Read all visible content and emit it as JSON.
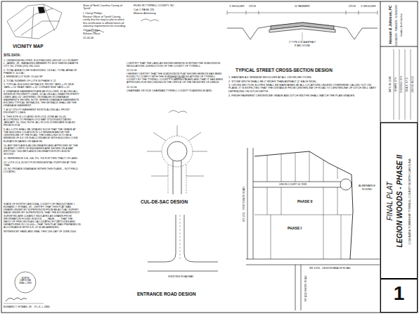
{
  "diagram": {
    "nodes": [
      {
        "text": [
          "FINAL PLAT",
          "LEGION WOODS - PHASE II",
          "COLUMBIA TOWNSHIP TYRRELL COUNTY NORTH CAROLINA"
        ]
      },
      {
        "text": [
          "1"
        ]
      }
    ],
    "labels": [
      "VICINITY MAP",
      "SITE DATA:",
      "1. OWNER/DEVELOPER: SOUTHBOUND GROUP, LLC ROBERT L. JAMES, JR., MANAGING MEMBER PO BOX 5888 ELIZABETH CITY, NC 27906 (252) 335-1501",
      "2. TOTAL AREA TO BE SUBDIVIDED: 13.8 AC. TOTAL AREA OF PHASE II: 10.5 AC.",
      "3. MINIMUM LOT SIZE: 15,000 SF",
      "4. TOTAL NUMBER OF LOTS IN PHASE II: 21",
      "5. TYPICAL BUILDING SETBACKS: FRONT YARD = 25' SIDE YARD = 10' REAR YARD = 20' CORNER SIDE YARD = 15'",
      "6. DRAINAGE EASEMENTS ARE AS FOLLOWS: 10' ALONG ALL INTERIOR PROPERTY LINES, 20' ALONG ALL REAR PROPERTY LINES, AND 20' CENTERED ON SWALES IN DRAINAGE EASEMENTS SHOWN. NOTE: WHERE DRAINAGE EASEMENTS EXCEED TYPICAL SETBACKS, THE SETBACK SHALL BE THE DRAINAGE EASEMENT.",
      "7. A 10' UTILITY EASEMENT EXISTS ALONG ALL FRONT PROPERTY LINES.",
      "8. THIS SITE IS LOCATED IN FLOOD ZONE AE (5)-(6) ACCORDING TO FEMA FLOOD MAP 3720765800J DATED JANUARY 16, 2004. NOTE: ALL FLOOD ZONES ARE SCALED FROM F.I.R.M.",
      "9. ALL LOTS SHALL BE GRADED SUCH THAT THE GRADE AT THE BUILDING LOCATION IS 1.0' MINIMUM ABOVE THE CENTERLINE OF THE ROAD. THE DWELLING IS TO BE A MINIMUM OF 8.0' OR IN ACCORDANCE WITH BUILDING CODE ELEVATION BASED ON BASE 88.",
      "10. ANY WETLANDS AS DELINEATED AND APPROVED BY THE US ARMY CORPS OF ENGINEERS ARE SHOWN ON A MAP ENTITLED \"404 WETLANDS DELINEATION FOR LEGION WOODS\".",
      "11. REFERENCE D.B. 246, PG. 726 FOR THIS TRACT OF LAND.",
      "12. LOTS 21 & 26 NOT FOR RESIDENTIAL PURPOSE AT THIS TIME.",
      "13. NO PRIVATE DRAINAGE WITHIN THIS PLANS -- NOT FIELD LOCATED.",
      "STATE OF NORTH CAROLINA, COUNTY OF PASQUOTANK I, EDWARD T. HYMAN, JR., CERTIFY THAT THIS PLAT WAS DRAWN UNDER MY SUPERVISION FROM AN ACTUAL SURVEY MADE UNDER MY SUPERVISION; THAT THE BOUNDARIES NOT SURVEYED ARE CLEARLY INDICATED AS DRAWN FROM INFORMATION FOUND IN BOOK ___ PAGE ___; THAT THE RATIO OF PRECISION AS CALCULATED BY LATITUDES AND DEPARTURES IS 1:10,000+; THAT THIS PLAT WAS PREPARED IN ACCORDANCE WITH G.S. 47-30 AS AMENDED.",
      "WITNESS MY HAND AND SEAL THIS 13th DAY OF JUNE 2006.",
      "NORTH CAROLINA",
      "SEAL L-2880",
      "EDWARD T. HYMAN, JR. - P.L.S. L-2880",
      "State of North Carolina County of Tyrrell",
      "I, Cheryl Phillips",
      "Review Officer of Tyrrell County, certify that the map or plat to which this certification is affixed meets all statutory requirements for recording.",
      "Cheryl Phillips",
      "Review Officer",
      "12-04-06",
      "FILED IN TYRRELL COUNTY, NC",
      "Cab C PAGE 231",
      "Melanie Armstrong",
      "I CERTIFY THAT THE LAND AS SHOWN HEREON IS WITHIN THE SUBDIVISION REGULATIONS JURISDICTION OF THE COUNTY OF TYRRELL.",
      "12-12-06",
      "I HEREBY CERTIFY THAT THE SUBDIVISION PLAT SHOWN HEREON HAS BEEN FOUND TO COMPLY WITH THE SUBDIVISION REGULATIONS OF TYRRELL COUNTY BY THE TYRRELL COUNTY PLANNING BOARD AND THAT IT HAS BEEN APPROVED FOR RECORDING IN THE OFFICE OF THE REGISTER OF DEEDS.",
      "12-12-06",
      "CHAIRMAN OR VICE CHAIRMAN TYRRELL COUNTY PLANNING BOARD",
      "6' SHOULDER",
      "DITCH",
      "20' PAVEMENT",
      "DITCH",
      "6' SHOULDER",
      "2\" TYPE I2 B.5A ASPHALT",
      "8\" ABC STONE",
      "TYPICAL STREET CROSS-SECTION DESIGN",
      "1. MAINTAIN A 6' MINIMUM SHOULDER AT ALL CROSS-SECTIONS.",
      "2. STONE WIDTH SHALL BE 2' WIDER THAN ASPHALT (1' EACH SIDE).",
      "3. CROSS-SECTION SLOPES SHALL BE MAINTAINED AT ALL LOCATIONS UNLESS OTHERWISE CALLED OUT ON PLANS. IT IS EXPECTED THAT THE DISTANCE FROM CENTERLINE OF ROAD TO CENTERLINE OF DITCH WILL VARY DEPENDING ON DITCH DEPTH.",
      "4. FINISH PAVEMENT CENTERLINE GRADE AND DITCH WIDTHS SHALL MATCH THE PLAN GRADES.",
      "CUL-DE-SAC DESIGN",
      "EXISTING ROADWAY",
      "ENTRANCE ROAD DESIGN",
      "UNION COURT 50' R/W",
      "PHASE II",
      "PHASE I",
      "ALBEMARLE SOUND",
      "SR 1226 - LEGION BEACH ROAD",
      "SR 1211 - FIRETOWER ROAD",
      "SR 1232 SHORE ROAD",
      "Hassan & Johnson, PC",
      "ENGINEERS · PLANNERS · SURVEYORS",
      "Camden, North Carolina",
      "DATE: 06-13-06",
      "DRAWN: ETH",
      "CHECKED: ETH",
      "SCALE: N.T.S.",
      "JOB NO. 05-112"
    ]
  }
}
